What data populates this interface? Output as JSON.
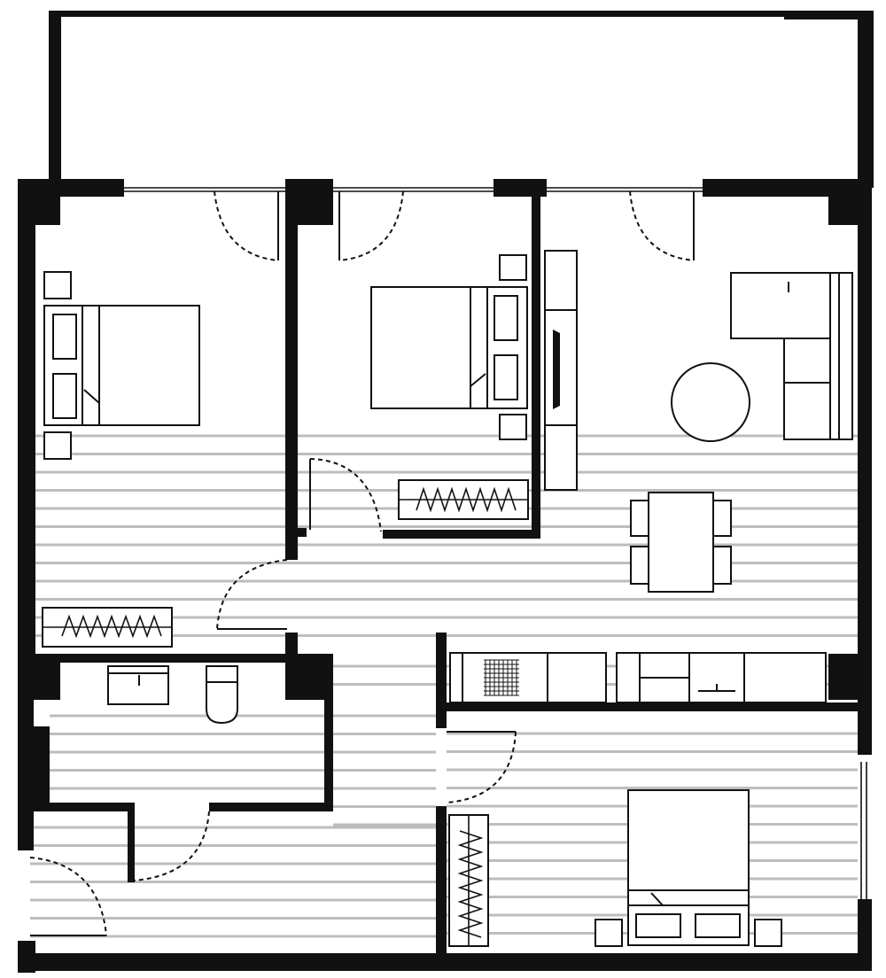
{
  "plan": {
    "colors": {
      "wall": "#111111",
      "floor_stripe": "#bdbdbd",
      "background": "#ffffff"
    },
    "rooms": [
      "balcony",
      "bedroom-1",
      "bedroom-2",
      "living-room",
      "bathroom",
      "hallway",
      "bedroom-3"
    ],
    "furniture": [
      "double-bed",
      "double-bed",
      "double-bed",
      "nightstand",
      "wardrobe",
      "tv-unit",
      "sofa",
      "round-coffee-table",
      "dining-table",
      "dining-chair",
      "bathroom-sink",
      "toilet",
      "kitchen-counter",
      "stove-hob",
      "kitchen-sink"
    ]
  }
}
